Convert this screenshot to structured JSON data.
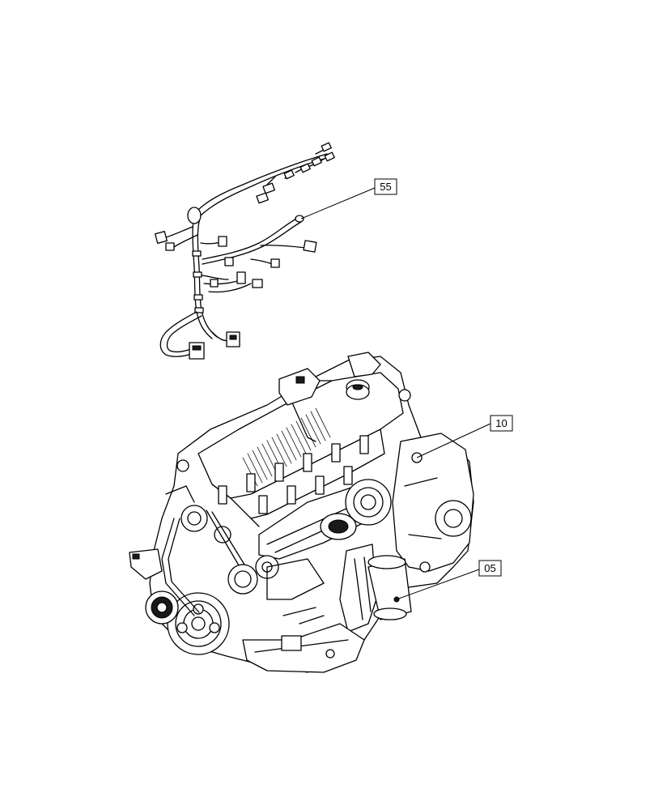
{
  "callouts": [
    {
      "id": "55",
      "label": "55"
    },
    {
      "id": "10",
      "label": "10"
    },
    {
      "id": "05",
      "label": "05"
    }
  ],
  "icons": {
    "wiring_harness": "wiring-harness-icon",
    "engine_assembly": "engine-assembly-icon"
  },
  "colors": {
    "line": "#000000",
    "background": "#ffffff"
  }
}
